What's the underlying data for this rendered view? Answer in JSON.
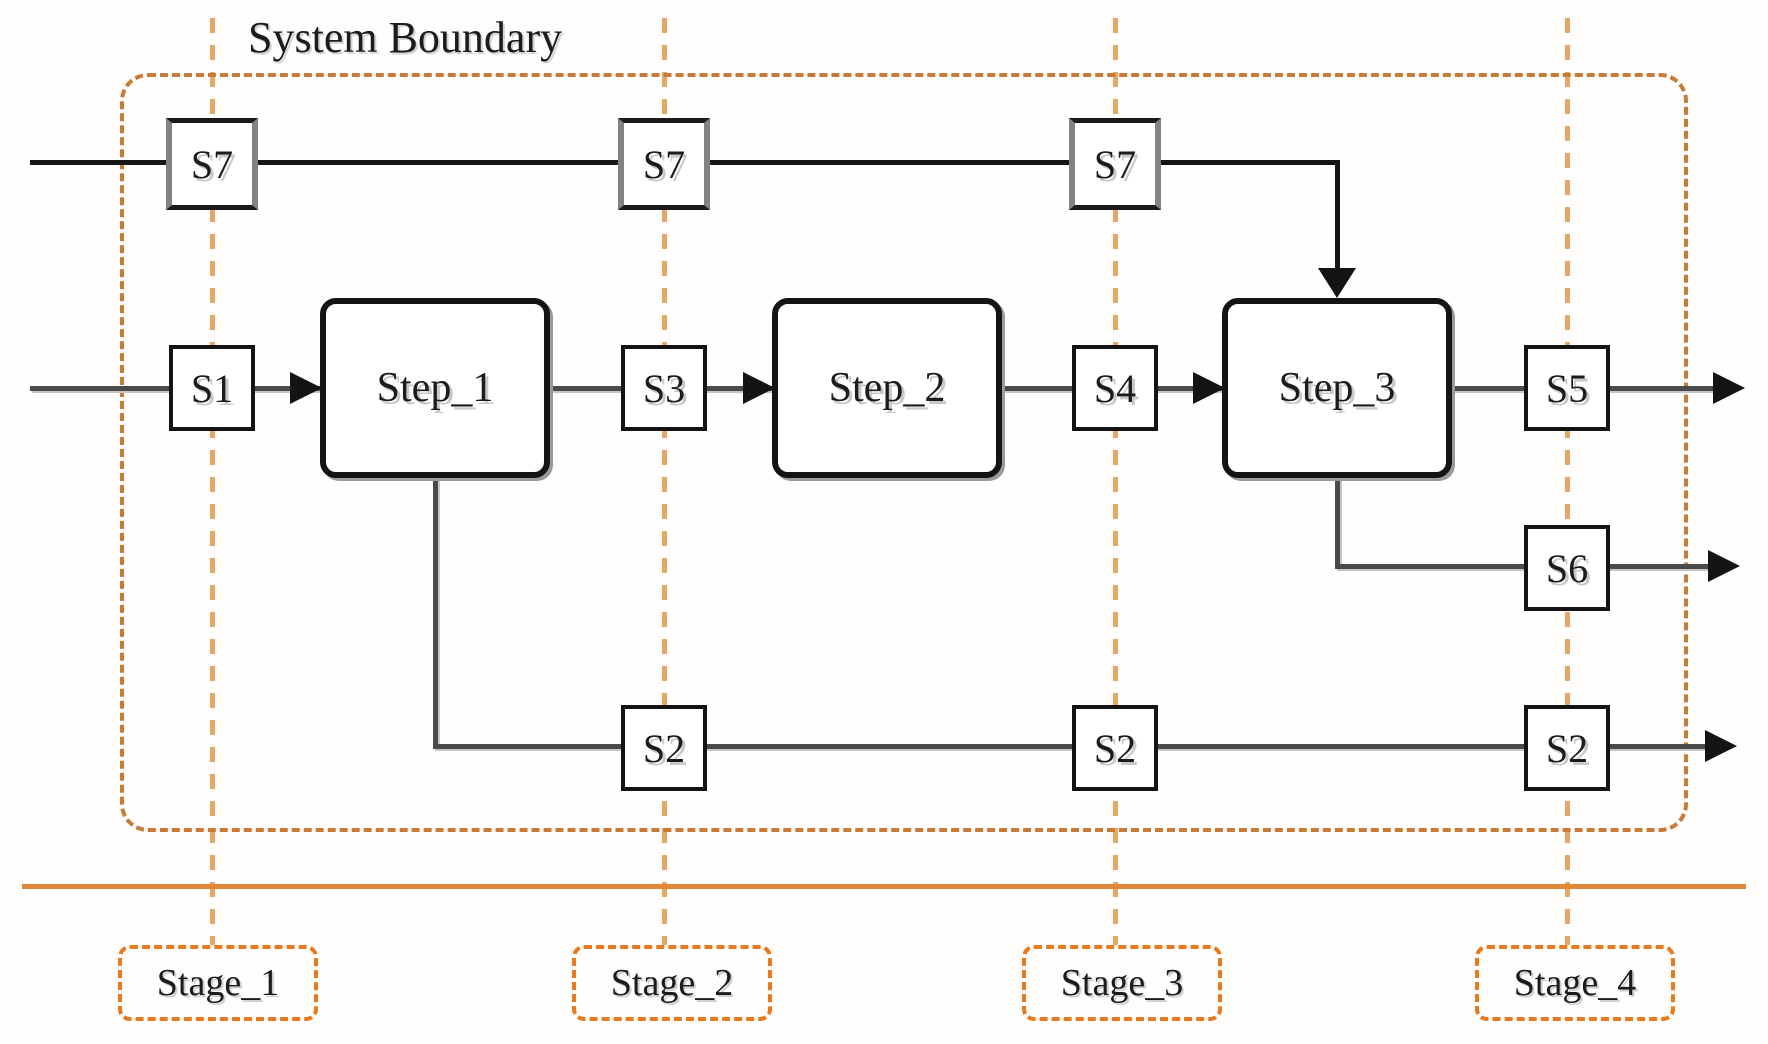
{
  "diagram": {
    "title": "System Boundary",
    "steps": [
      "Step_1",
      "Step_2",
      "Step_3"
    ],
    "s7_boxes": [
      "S7",
      "S7",
      "S7"
    ],
    "main_boxes": [
      "S1",
      "S3",
      "S4",
      "S5"
    ],
    "s6_box": "S6",
    "s2_boxes": [
      "S2",
      "S2",
      "S2"
    ],
    "stages": [
      "Stage_1",
      "Stage_2",
      "Stage_3",
      "Stage_4"
    ],
    "colors": {
      "boundary_dash": "#c87a37",
      "stage_line_dash": "#e4a768",
      "stage_label_dash": "#e8791d",
      "divider_line": "#e0873a",
      "flow_line_gray": "#4a4a4a",
      "flow_line_black": "#161616",
      "box_border": "#141414",
      "s7_border_side": "#838383",
      "text": "#1c1c1c"
    }
  }
}
